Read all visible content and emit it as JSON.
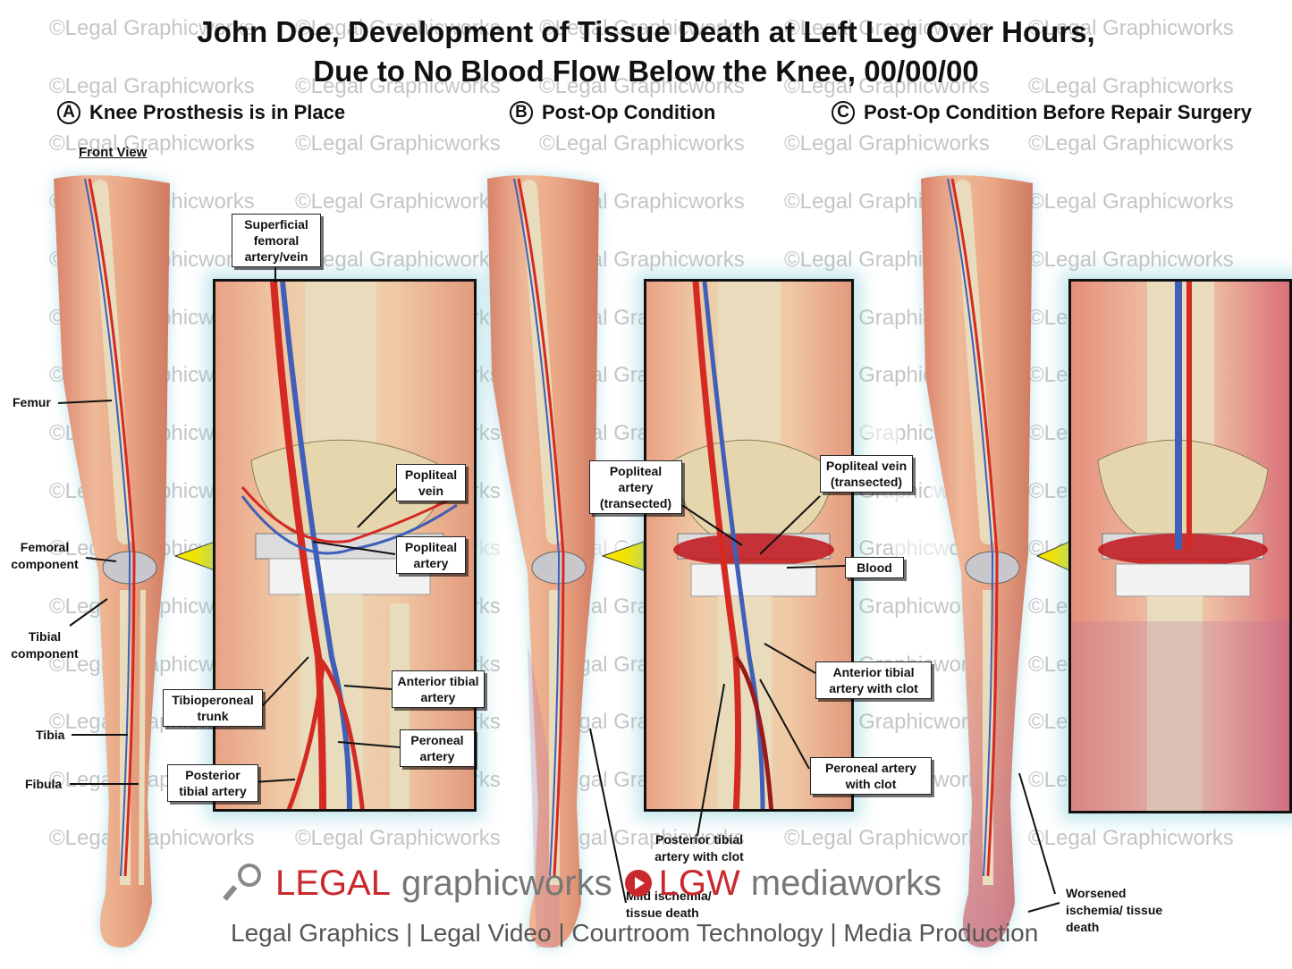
{
  "title": {
    "line1": "John Doe, Development of Tissue Death at Left Leg Over Hours,",
    "line2": "Due to No Blood Flow Below the Knee, 00/00/00"
  },
  "panels": [
    {
      "letter": "A",
      "heading": "Knee Prosthesis is in Place"
    },
    {
      "letter": "B",
      "heading": "Post-Op Condition"
    },
    {
      "letter": "C",
      "heading": "Post-Op Condition Before Repair Surgery"
    }
  ],
  "front_view": "Front View",
  "labels": {
    "femur": "Femur",
    "femoral_component": "Femoral component",
    "tibial_component": "Tibial component",
    "tibia": "Tibia",
    "fibula": "Fibula",
    "superficial_femoral": "Superficial femoral artery/vein",
    "popliteal_vein": "Popliteal vein",
    "popliteal_artery": "Popliteal artery",
    "tibioperoneal_trunk": "Tibioperoneal trunk",
    "anterior_tibial_artery": "Anterior tibial artery",
    "peroneal_artery": "Peroneal artery",
    "posterior_tibial_artery": "Posterior tibial artery",
    "popliteal_artery_transected": "Popliteal artery (transected)",
    "popliteal_vein_transected": "Popliteal vein (transected)",
    "blood": "Blood",
    "anterior_tibial_clot": "Anterior tibial artery with clot",
    "peroneal_clot": "Peroneal artery with clot",
    "posterior_tibial_clot": "Posterior tibial artery with clot",
    "mild_ischemia": "Mild ischemia/ tissue death",
    "worsened_ischemia": "Worsened ischemia/ tissue death"
  },
  "footer": {
    "legal": "LEGAL",
    "graphicworks": "graphicworks",
    "lgw": "LGW",
    "mediaworks": "mediaworks",
    "tagline": "Legal Graphics | Legal Video | Courtroom Technology | Media Production"
  },
  "watermark": {
    "text": "©Legal Graphicworks",
    "center_logo": "LGW"
  },
  "colors": {
    "artery": "#d42a22",
    "vein": "#3f5fb8",
    "bone": "#e8dcbc",
    "muscle": "#e49c7e",
    "glow": "#7ec8d2",
    "callout": "#f5e400",
    "ischemia": "#b86a9a",
    "brand_red": "#c9282d"
  }
}
